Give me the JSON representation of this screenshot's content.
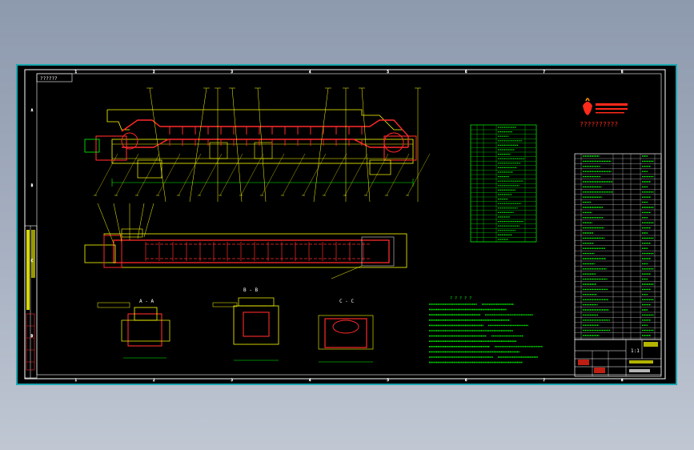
{
  "sheet": {
    "top_left_tag": "??????",
    "zone_numbers_top": [
      "1",
      "2",
      "3",
      "4",
      "5",
      "6",
      "7",
      "8"
    ],
    "zone_letters_left": [
      "A",
      "B",
      "C",
      "D"
    ]
  },
  "views": {
    "section_aa": "A - A",
    "section_bb": "B - B",
    "section_cc": "C - C"
  },
  "logo": {
    "caption": "??????????"
  },
  "technical_notes": {
    "heading": "? ? ? ? ?"
  },
  "title_block": {
    "scale": "1:1"
  }
}
